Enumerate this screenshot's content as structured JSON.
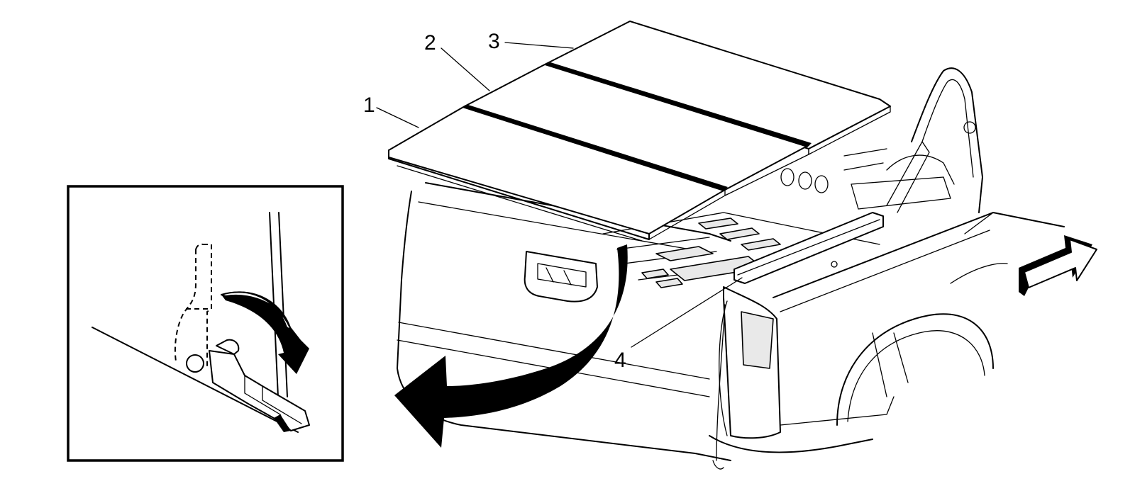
{
  "callouts": [
    {
      "id": "1",
      "label": "1"
    },
    {
      "id": "2",
      "label": "2"
    },
    {
      "id": "3",
      "label": "3"
    },
    {
      "id": "4",
      "label": "4"
    }
  ],
  "icons": [
    "direction-arrow-icon",
    "fold-arrow-icon",
    "rotate-arrow-icon"
  ],
  "colors": {
    "line": "#000000",
    "background": "#ffffff"
  }
}
